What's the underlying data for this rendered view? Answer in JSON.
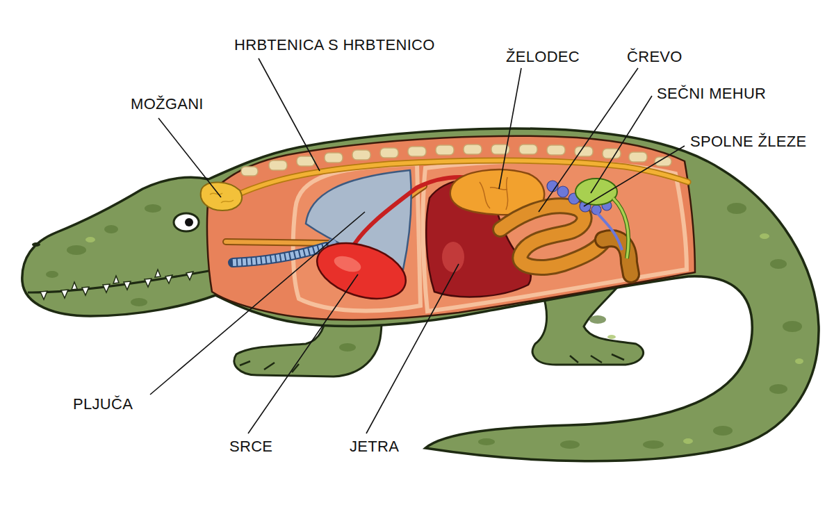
{
  "diagram": {
    "labels": [
      "MOŽGANI",
      "HRBTENICA S HRBTENICO",
      "ŽELODEC",
      "ČREVO",
      "SEČNI MEHUR",
      "SPOLNE ŽLEZE",
      "PLJUČA",
      "SRCE",
      "JETRA"
    ]
  }
}
